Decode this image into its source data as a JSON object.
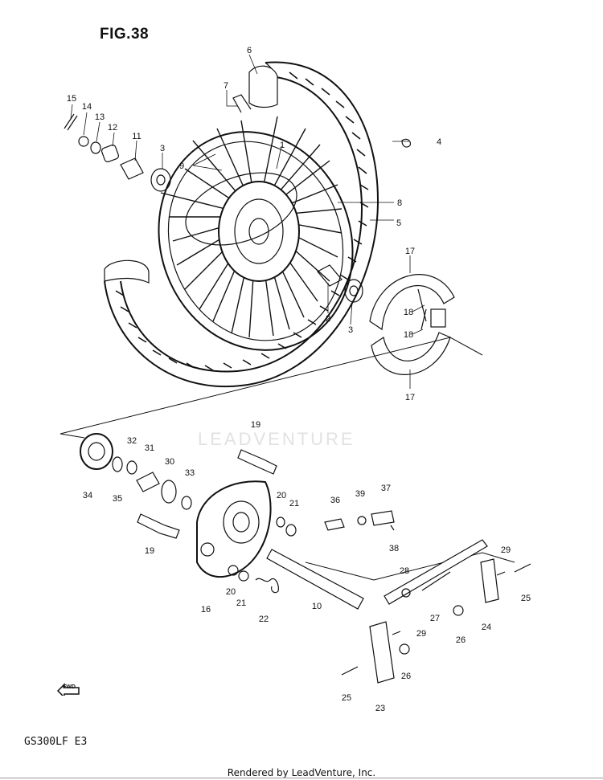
{
  "figure_title": "FIG.38",
  "model_code": "GS300LF  E3",
  "footer_text": "Rendered by LeadVenture, Inc.",
  "watermark": "LEADVENTURE",
  "fwd_label": "FWD",
  "callouts": [
    "1",
    "2",
    "3",
    "3",
    "4",
    "5",
    "6",
    "7",
    "8",
    "9",
    "10",
    "11",
    "12",
    "13",
    "14",
    "15",
    "16",
    "17",
    "17",
    "18",
    "18",
    "19",
    "19",
    "20",
    "20",
    "21",
    "21",
    "22",
    "23",
    "24",
    "25",
    "25",
    "26",
    "26",
    "27",
    "28",
    "29",
    "29",
    "30",
    "31",
    "32",
    "33",
    "34",
    "35",
    "36",
    "37",
    "38",
    "39"
  ]
}
